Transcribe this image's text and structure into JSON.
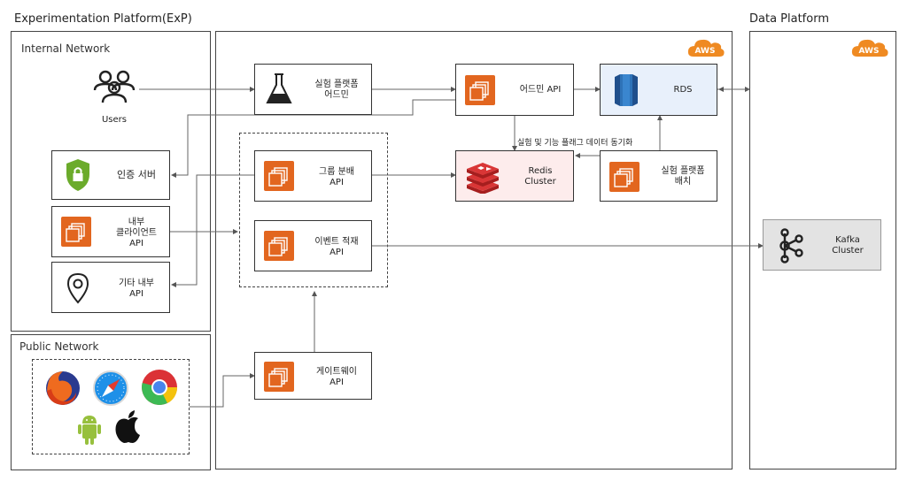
{
  "titles": {
    "exp": "Experimentation Platform(ExP)",
    "data": "Data Platform"
  },
  "panels": {
    "internal": "Internal Network",
    "public": "Public Network"
  },
  "aws": "AWS",
  "users": "Users",
  "nodes": {
    "auth": "인증 서버",
    "client_api": [
      "내부",
      "클라이언트",
      "API"
    ],
    "etc_api": [
      "기타 내부",
      "API"
    ],
    "exp_admin": [
      "실험 플랫폼",
      "어드민"
    ],
    "group_api": [
      "그룹 분배",
      "API"
    ],
    "event_api": [
      "이벤트 적재",
      "API"
    ],
    "gateway_api": [
      "게이트웨이",
      "API"
    ],
    "admin_api": "어드민 API",
    "rds": "RDS",
    "redis": [
      "Redis",
      "Cluster"
    ],
    "batch": [
      "실험 플랫폼",
      "배치"
    ],
    "kafka": [
      "Kafka",
      "Cluster"
    ]
  },
  "edge_label": "실험 및 기능 플래그 데이터 동기화",
  "colors": {
    "orange": "#e2661f",
    "rds_bg": "#e8f0fb",
    "redis_bg": "#fdecec",
    "kafka_bg": "#e3e3e3",
    "shield": "#6bab2b",
    "aws": "#ef8a22"
  }
}
